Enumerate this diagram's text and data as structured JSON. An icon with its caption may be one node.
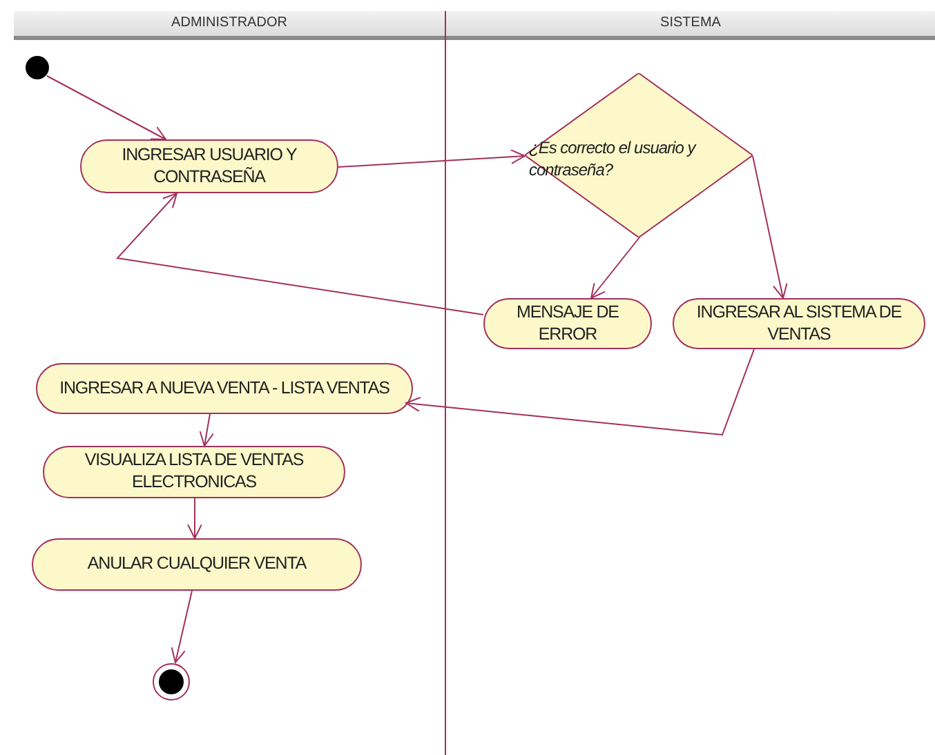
{
  "diagram": {
    "nodes": [
      {
        "text": [
          "ADMINISTRADOR"
        ]
      },
      {
        "text": [
          "SISTEMA"
        ]
      },
      {
        "text": [],
        "shape": "circle",
        "in": 0
      },
      {
        "text": [
          "INGRESAR USUARIO Y CONTRASEÑA"
        ],
        "in": 0
      },
      {
        "text": [
          "¿Es correcto el usuario y contraseña?"
        ],
        "in": 1
      },
      {
        "text": [
          "MENSAJE DE ERROR"
        ],
        "in": 1
      },
      {
        "text": [
          "INGRESAR AL SISTEMA DE VENTAS"
        ],
        "in": 1
      },
      {
        "text": [
          "INGRESAR A NUEVA VENTA - LISTA VENTAS"
        ],
        "in": 0
      },
      {
        "text": [
          "VISUALIZA LISTA DE VENTAS ELECTRONICAS"
        ],
        "in": 0
      },
      {
        "text": [
          "ANULAR CUALQUIER VENTA"
        ],
        "in": 0
      },
      {
        "text": [],
        "shape": "circle",
        "in": 0
      }
    ],
    "edges": [
      {
        "from": 2,
        "to": 3,
        "arrow": "to"
      },
      {
        "from": 3,
        "to": 4,
        "arrow": "to"
      },
      {
        "from": 4,
        "to": 5,
        "arrow": "to"
      },
      {
        "from": 4,
        "to": 6,
        "arrow": "to"
      },
      {
        "from": 5,
        "to": 3,
        "arrow": "to"
      },
      {
        "from": 6,
        "to": 7,
        "arrow": "to"
      },
      {
        "from": 7,
        "to": 8,
        "arrow": "to"
      },
      {
        "from": 8,
        "to": 9,
        "arrow": "to"
      },
      {
        "from": 9,
        "to": 10,
        "arrow": "to"
      }
    ]
  }
}
